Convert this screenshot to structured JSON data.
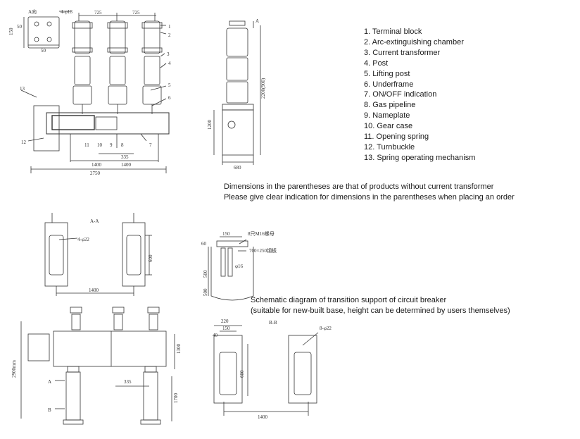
{
  "legend": [
    "1. Terminal block",
    "2. Arc-extinguishing chamber",
    "3. Current transformer",
    "4. Post",
    "5. Lifting post",
    "6. Underframe",
    "7. ON/OFF indication",
    "8. Gas pipeline",
    "9. Nameplate",
    "10. Gear case",
    "11. Opening spring",
    "12. Turnbuckle",
    "13. Spring operating mechanism"
  ],
  "notes": {
    "dim_note_1": "Dimensions in the parentheses are that of products without current transformer",
    "dim_note_2": "Please give clear indication for dimensions in the parentheses when placing an order",
    "schematic_title": "Schematic diagram of transition support of circuit breaker",
    "schematic_sub": "(suitable for new-built base, height can be determined by users themselves)"
  },
  "front_view": {
    "view_label": "A向",
    "bolt": "4-φ18",
    "d150": "150",
    "d50a": "50",
    "d50b": "50",
    "pitch1": "725",
    "pitch2": "725",
    "d335": "335",
    "d1400a": "1400",
    "d1400b": "1400",
    "d2750": "2750",
    "callouts": [
      "1",
      "2",
      "3",
      "4",
      "5",
      "6",
      "7",
      "8",
      "9",
      "10",
      "11",
      "12",
      "13"
    ]
  },
  "side_view": {
    "a_mark": "A",
    "h_total": "2200(900)",
    "h_1200": "1200",
    "w_680": "680"
  },
  "section_aa": {
    "title": "A-A",
    "bolt": "4-φ22",
    "h600": "600",
    "w1400": "1400"
  },
  "transition": {
    "d150": "150",
    "d60": "60",
    "bolt": "8只M16螺母",
    "plate": "700×250钢板",
    "phi": "φ16",
    "d500a": "500",
    "d500b": "500"
  },
  "bottom_view": {
    "h1300": "1300",
    "h2900": "2900mm",
    "h1700": "1700",
    "d335": "335",
    "a_mark": "A",
    "b_mark": "B"
  },
  "section_bb": {
    "title": "B-B",
    "d220": "220",
    "d150": "150",
    "d40": "40",
    "bolt": "8-φ22",
    "h600": "600",
    "w1400": "1400"
  }
}
